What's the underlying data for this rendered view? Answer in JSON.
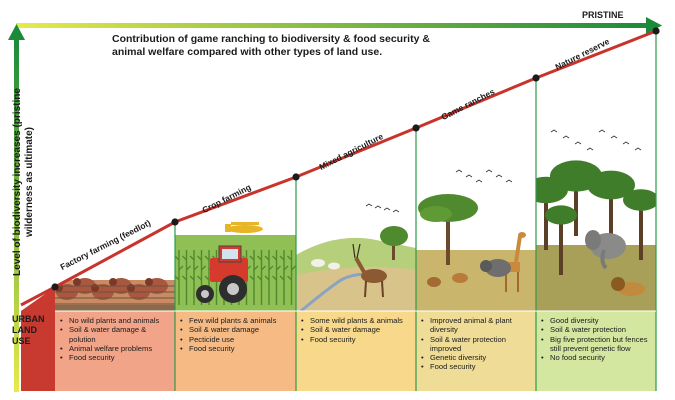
{
  "title": "Contribution of game ranching to biodiversity & food security & animal welfare compared with other types of land use.",
  "pristine_label": "PRISTINE",
  "y_axis_label": "Level of biodiversity increases (pristine wilderness as ultimate)",
  "urban": {
    "label": "URBAN LAND USE",
    "color": "#c8392f"
  },
  "colors": {
    "trend_line": "#c8342c",
    "axis_gradient_top": "#1b8a3a",
    "axis_gradient_bottom": "#e8ea4a",
    "divider": "#2f9a4a"
  },
  "categories": [
    {
      "label": "Factory farming (feedlot)",
      "panel_color": "#f2a488",
      "scene": "feedlot-cattle",
      "bullets": [
        "No wild plants and animals",
        "Soil & water damage & polution",
        "Animal welfare problems",
        "Food security"
      ]
    },
    {
      "label": "Crop farming",
      "panel_color": "#f6bb84",
      "scene": "tractor-and-cropduster",
      "bullets": [
        "Few wild plants & animals",
        "Soil & water damage",
        "Pecticide use",
        "Food security"
      ]
    },
    {
      "label": "Mixed agriculture",
      "panel_color": "#f8d98c",
      "scene": "antelope-sheep-grassland",
      "bullets": [
        "Some wild plants & animals",
        "Soil & water damage",
        "Food security"
      ]
    },
    {
      "label": "Game ranches",
      "panel_color": "#eedc97",
      "scene": "rhino-giraffe-acacia",
      "bullets": [
        "Improved animal & plant diversity",
        "Soil & water protection improved",
        "Genetic diversity",
        "Food security"
      ]
    },
    {
      "label": "Nature reserve",
      "panel_color": "#d3e7a1",
      "scene": "elephant-lion-forest",
      "bullets": [
        "Good diversity",
        "Soil & water protection",
        "Big five protection but fences still prevent genetic flow",
        "No food security"
      ]
    }
  ]
}
